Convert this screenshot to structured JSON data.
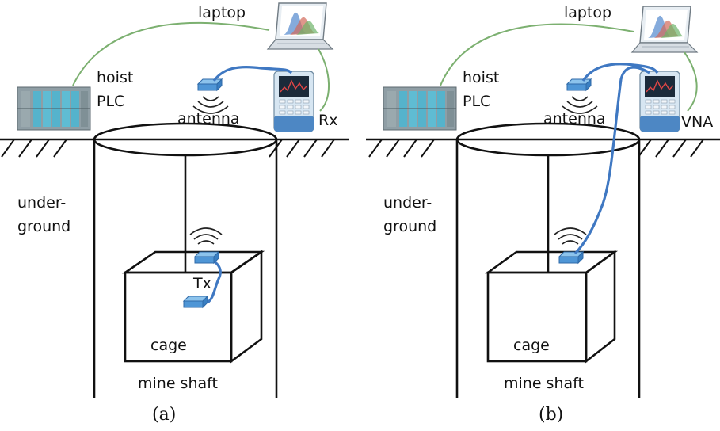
{
  "panels": [
    {
      "caption": "(a)",
      "labels": {
        "laptop": "laptop",
        "hoist": "hoist",
        "plc": "PLC",
        "antenna": "antenna",
        "instrument": "Rx",
        "under": "under-",
        "ground": "ground",
        "tx": "Tx",
        "cage": "cage",
        "shaft": "mine shaft"
      }
    },
    {
      "caption": "(b)",
      "labels": {
        "laptop": "laptop",
        "hoist": "hoist",
        "plc": "PLC",
        "antenna": "antenna",
        "instrument": "VNA",
        "under": "under-",
        "ground": "ground",
        "cage": "cage",
        "shaft": "mine shaft"
      }
    }
  ],
  "colors": {
    "cable_blue": "#3f78c2",
    "link_green": "#7cb070",
    "antenna_blue": "#5a9fd8",
    "plc_teal": "#4aa3b8"
  }
}
